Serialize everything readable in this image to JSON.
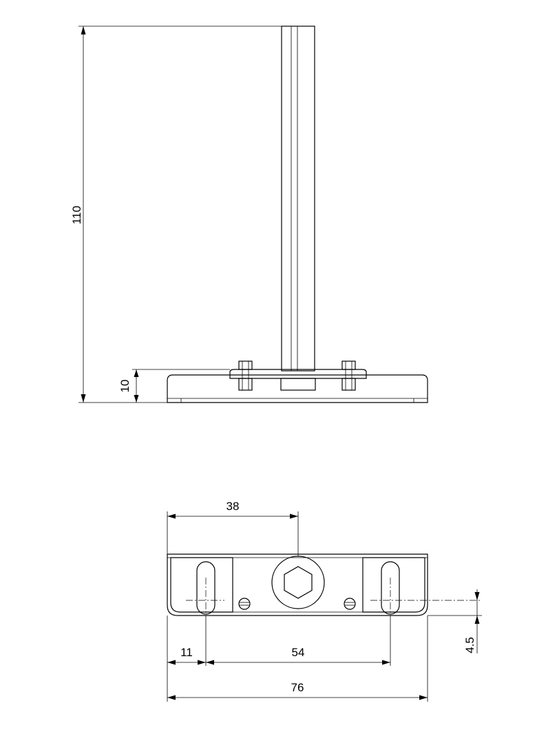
{
  "drawing": {
    "top_view": {
      "height_dimension": "110",
      "base_thickness_dimension": "10"
    },
    "plan_view": {
      "center_offset_dimension": "38",
      "edge_to_slot_dimension": "11",
      "slot_spacing_dimension": "54",
      "overall_width_dimension": "76",
      "slot_offset_dimension": "4.5"
    }
  }
}
